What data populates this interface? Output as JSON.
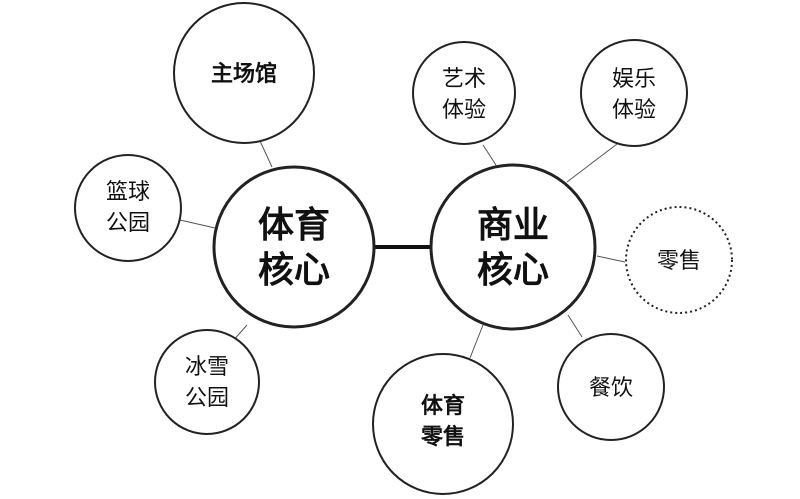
{
  "diagram": {
    "cores": {
      "sports": {
        "line1": "体育",
        "line2": "核心"
      },
      "commerce": {
        "line1": "商业",
        "line2": "核心"
      }
    },
    "nodes": {
      "stadium": {
        "line1": "主场馆"
      },
      "basketball_park": {
        "line1": "篮球",
        "line2": "公园"
      },
      "ice_snow_park": {
        "line1": "冰雪",
        "line2": "公园"
      },
      "art_experience": {
        "line1": "艺术",
        "line2": "体验"
      },
      "entertainment_experience": {
        "line1": "娱乐",
        "line2": "体验"
      },
      "retail": {
        "line1": "零售"
      },
      "dining": {
        "line1": "餐饮"
      },
      "sports_retail": {
        "line1": "体育",
        "line2": "零售"
      }
    }
  }
}
